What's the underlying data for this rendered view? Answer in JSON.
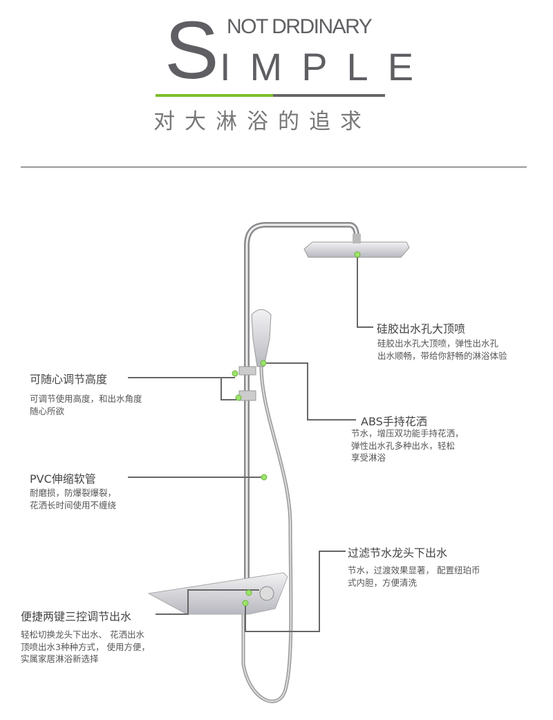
{
  "header": {
    "big_letter": "S",
    "tagline": "NOT DRDINARY",
    "word_rest": "IMPLE",
    "subtitle": "对大淋浴的追求"
  },
  "colors": {
    "accent": "#7cbd2b",
    "text": "#5f5f63"
  },
  "features": [
    {
      "title": "硅胶出水孔大顶喷",
      "desc": "硅胶出水孔大顶喷，弹性出水孔\n出水顺畅，带给你舒畅的淋浴体验"
    },
    {
      "title": "可随心调节高度",
      "desc": "可调节使用高度，和出水角度\n随心所欲"
    },
    {
      "title": "ABS手持花洒",
      "desc": "节水，增压双功能手持花洒，\n弹性出水孔多种出水，轻松\n享受淋浴"
    },
    {
      "title": "PVC伸缩软管",
      "desc": "耐磨损，防爆裂爆裂，\n花洒长时间使用不缠绕"
    },
    {
      "title": "过滤节水龙头下出水",
      "desc": "节水，过渡效果显著， 配置纽珀币\n式内胆，方便清洗"
    },
    {
      "title": "便捷两键三控调节出水",
      "desc": "轻松切换龙头下出水、 花洒出水\n顶喷出水3种种方式， 使用方便，\n实属家居淋浴新选择"
    }
  ]
}
